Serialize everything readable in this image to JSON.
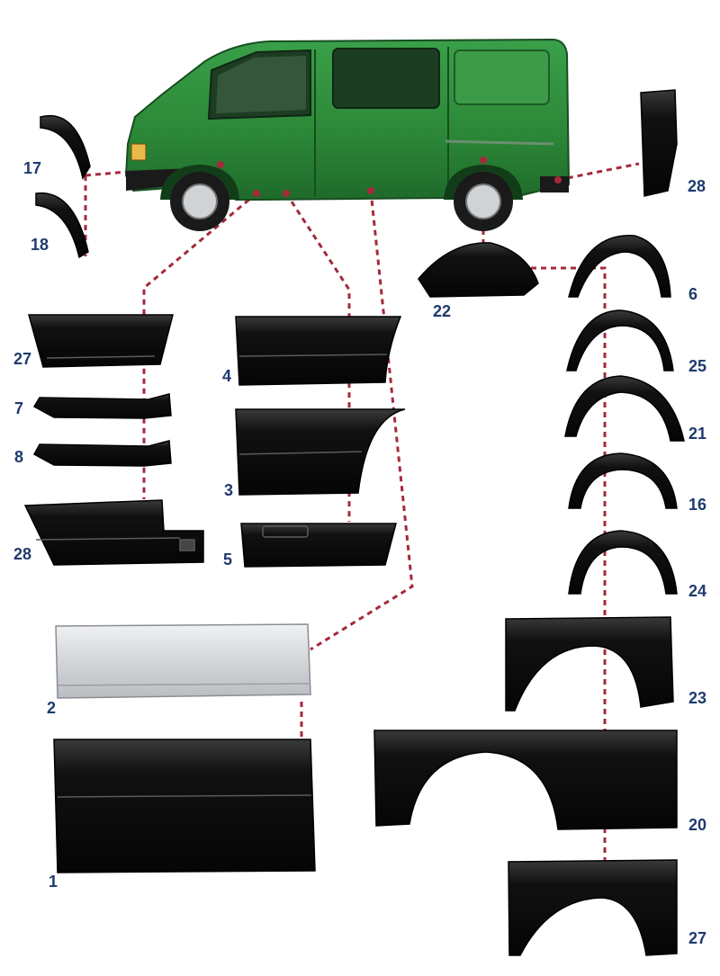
{
  "labels": {
    "p17": "17",
    "p18": "18",
    "p28_top": "28",
    "p22": "22",
    "p6": "6",
    "p27_left": "27",
    "p4": "4",
    "p25": "25",
    "p7": "7",
    "p21": "21",
    "p8": "8",
    "p3": "3",
    "p16": "16",
    "p28_left": "28",
    "p5": "5",
    "p24": "24",
    "p23": "23",
    "p2": "2",
    "p20": "20",
    "p1": "1",
    "p27_bottom": "27"
  },
  "colors": {
    "van_body": "#2f8a3c",
    "van_dark": "#1e5c27",
    "panel_black": "#151515",
    "panel_silver": "#d6d9dc",
    "leader_line": "#a52a3a",
    "label_text": "#1f3a6e"
  }
}
